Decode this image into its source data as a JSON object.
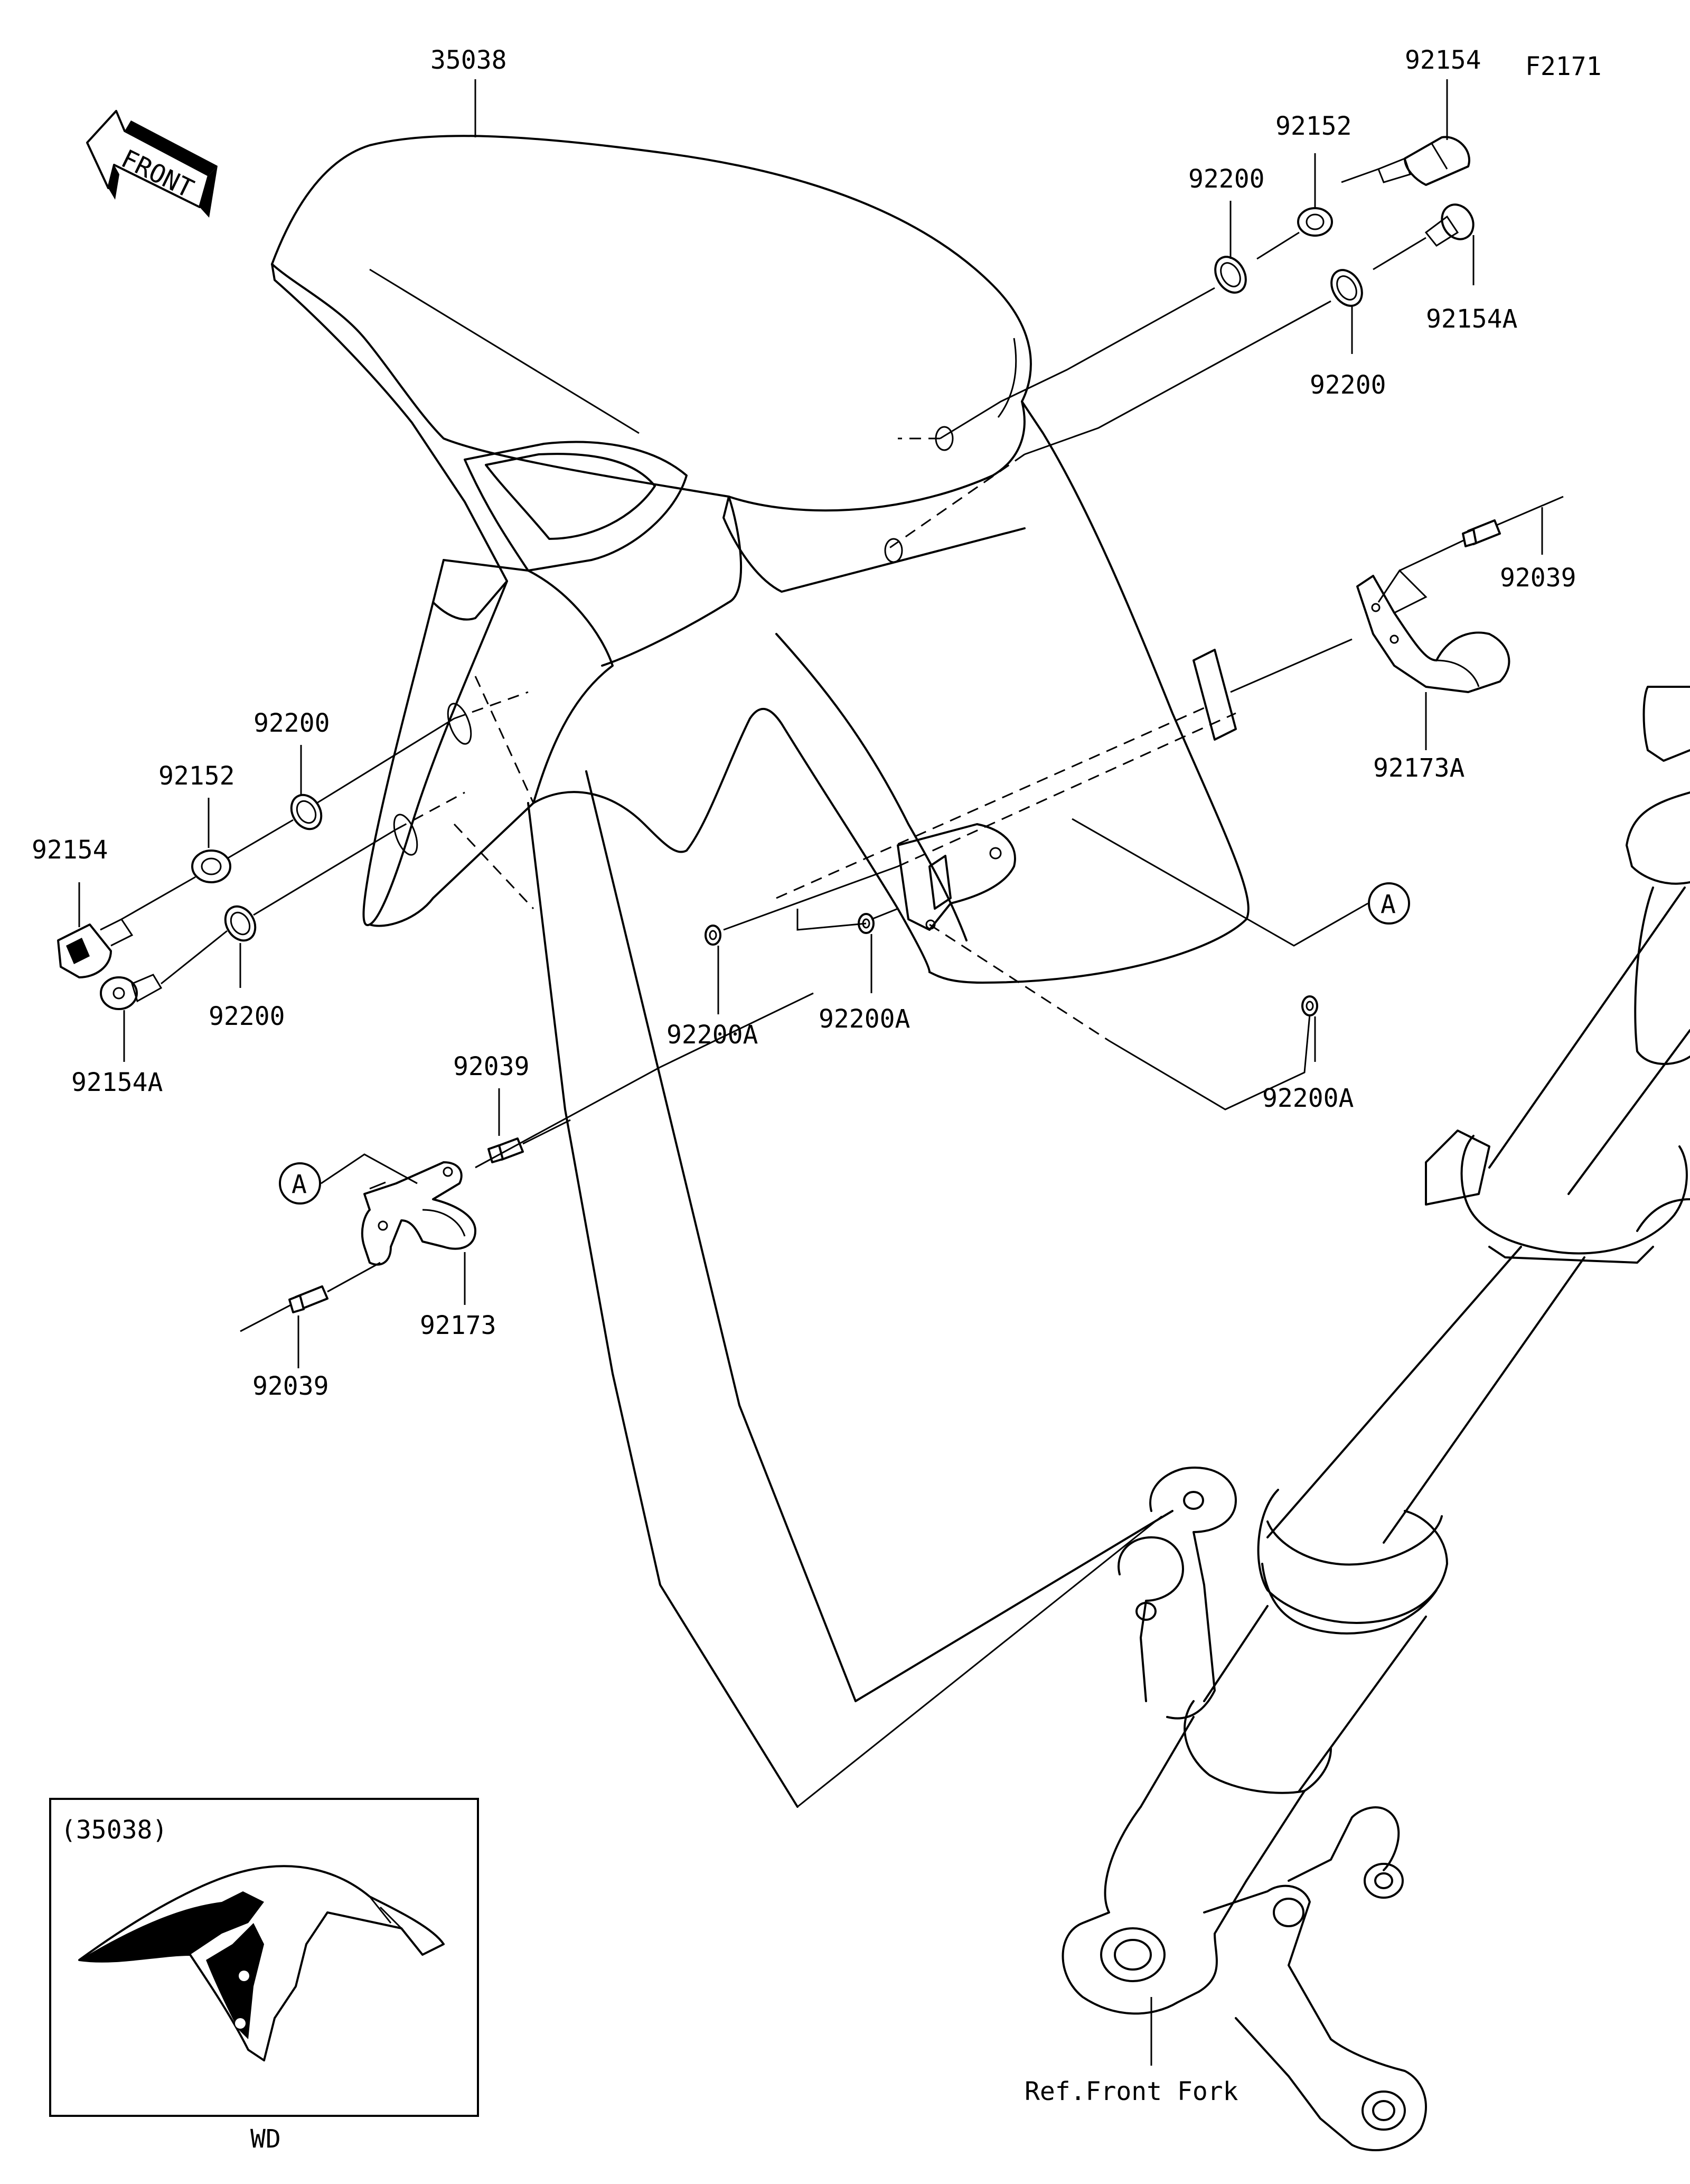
{
  "figure_id": "F2171",
  "front_arrow_text": "FRONT",
  "parts": {
    "fender": "35038",
    "bolt_top": "92154",
    "washer_top": "92152",
    "ring_top": "92200",
    "bolt_a_top": "92154A",
    "ring_top_b": "92200",
    "clip_right": "92039",
    "clamp_right": "92173A",
    "ring_left": "92200",
    "washer_left": "92152",
    "bolt_left": "92154",
    "ring_left_b": "92200",
    "bolt_a_left": "92154A",
    "rivet_left_top": "92039",
    "clamp_left": "92173",
    "rivet_left_bottom": "92039",
    "grommet_1": "92200A",
    "grommet_2": "92200A",
    "grommet_3": "92200A"
  },
  "callouts": {
    "a_right": "A",
    "a_left": "A"
  },
  "reference": "Ref.Front Fork",
  "inset": {
    "title": "(35038)",
    "caption": "WD"
  }
}
